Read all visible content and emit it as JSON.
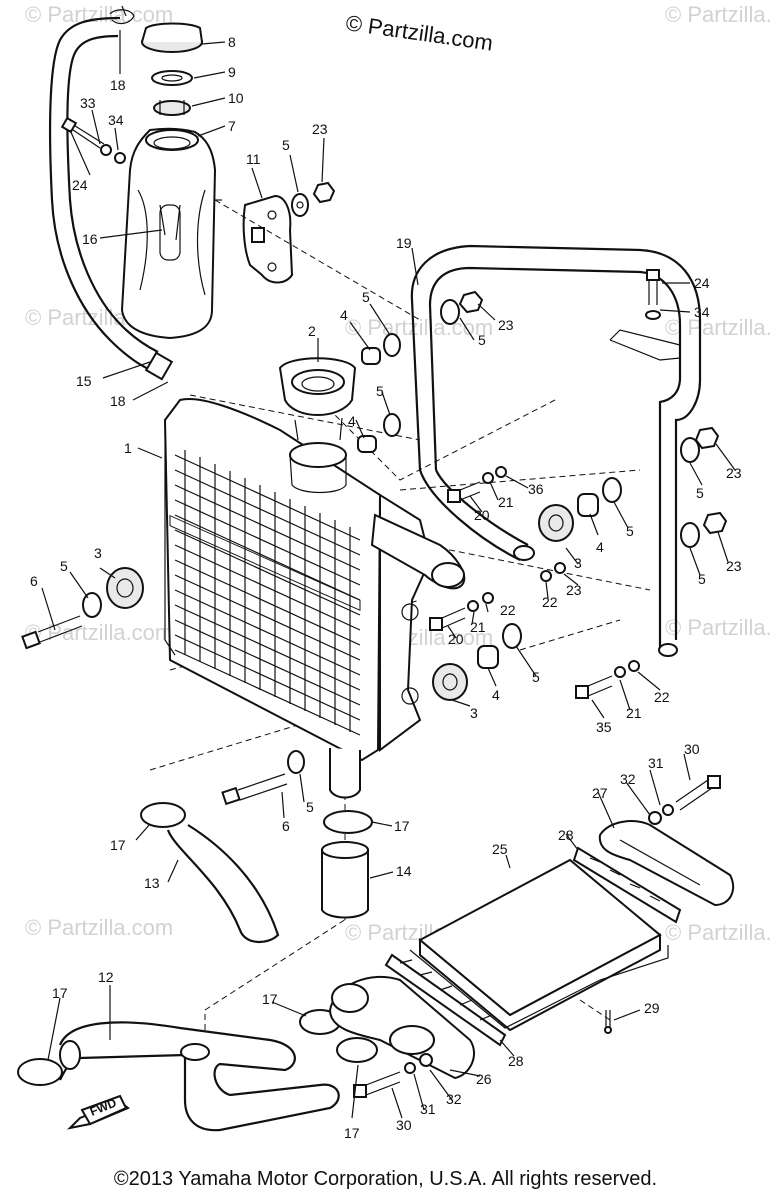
{
  "header": {
    "site_text": "© Partzilla.com"
  },
  "watermark": {
    "text": "© Partzilla.com"
  },
  "footer": {
    "copyright": "©2013 Yamaha Motor Corporation, U.S.A. All rights reserved."
  },
  "fwd_marker": {
    "label": "FWD"
  },
  "callouts": [
    {
      "label": "8"
    },
    {
      "label": "9"
    },
    {
      "label": "10"
    },
    {
      "label": "7"
    },
    {
      "label": "18"
    },
    {
      "label": "33"
    },
    {
      "label": "34"
    },
    {
      "label": "24"
    },
    {
      "label": "16"
    },
    {
      "label": "11"
    },
    {
      "label": "5"
    },
    {
      "label": "23"
    },
    {
      "label": "19"
    },
    {
      "label": "24"
    },
    {
      "label": "34"
    },
    {
      "label": "2"
    },
    {
      "label": "4"
    },
    {
      "label": "5"
    },
    {
      "label": "23"
    },
    {
      "label": "5"
    },
    {
      "label": "15"
    },
    {
      "label": "18"
    },
    {
      "label": "1"
    },
    {
      "label": "5"
    },
    {
      "label": "4"
    },
    {
      "label": "5"
    },
    {
      "label": "23"
    },
    {
      "label": "36"
    },
    {
      "label": "21"
    },
    {
      "label": "20"
    },
    {
      "label": "5"
    },
    {
      "label": "4"
    },
    {
      "label": "3"
    },
    {
      "label": "23"
    },
    {
      "label": "5"
    },
    {
      "label": "23"
    },
    {
      "label": "22"
    },
    {
      "label": "3"
    },
    {
      "label": "5"
    },
    {
      "label": "6"
    },
    {
      "label": "22"
    },
    {
      "label": "21"
    },
    {
      "label": "20"
    },
    {
      "label": "5"
    },
    {
      "label": "4"
    },
    {
      "label": "3"
    },
    {
      "label": "22"
    },
    {
      "label": "35"
    },
    {
      "label": "21"
    },
    {
      "label": "30"
    },
    {
      "label": "31"
    },
    {
      "label": "32"
    },
    {
      "label": "27"
    },
    {
      "label": "28"
    },
    {
      "label": "6"
    },
    {
      "label": "5"
    },
    {
      "label": "17"
    },
    {
      "label": "17"
    },
    {
      "label": "13"
    },
    {
      "label": "14"
    },
    {
      "label": "25"
    },
    {
      "label": "12"
    },
    {
      "label": "17"
    },
    {
      "label": "17"
    },
    {
      "label": "29"
    },
    {
      "label": "28"
    },
    {
      "label": "26"
    },
    {
      "label": "32"
    },
    {
      "label": "31"
    },
    {
      "label": "30"
    },
    {
      "label": "17"
    }
  ]
}
